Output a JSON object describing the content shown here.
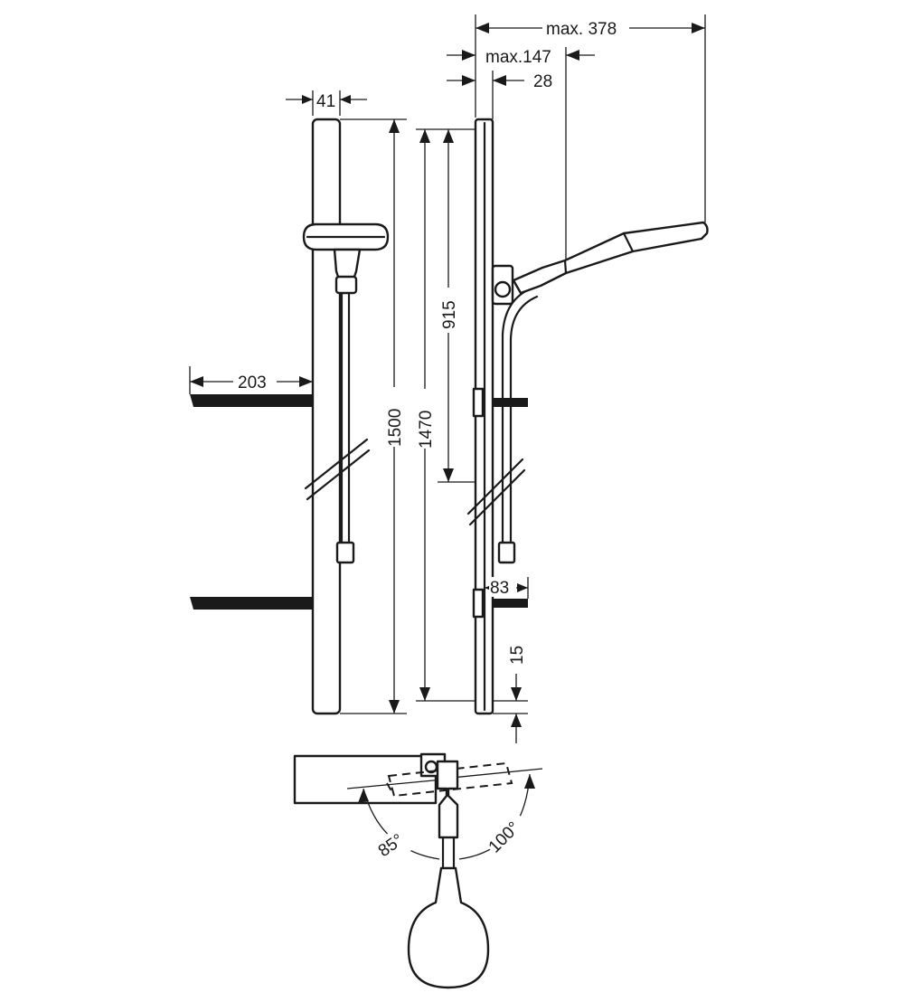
{
  "dimensions": {
    "max_378": "max. 378",
    "max_147": "max.147",
    "d28": "28",
    "d41": "41",
    "d203": "203",
    "d915": "915",
    "d1500": "1500",
    "d1470": "1470",
    "d83": "83",
    "d15": "15",
    "angle_85": "85°",
    "angle_100": "100°"
  }
}
